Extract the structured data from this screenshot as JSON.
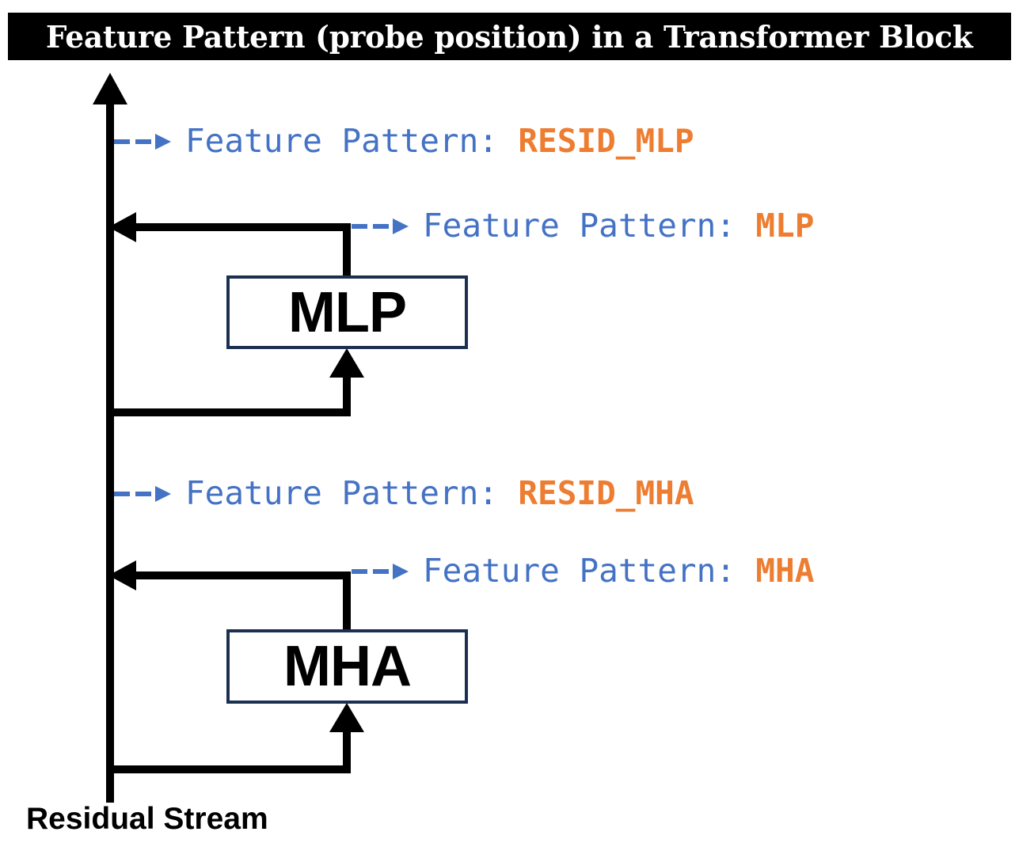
{
  "title": {
    "text": "Feature Pattern (probe position) in a Transformer Block",
    "background": "#000000",
    "color": "#ffffff"
  },
  "colors": {
    "annotation_label": "#4472c4",
    "annotation_value": "#ed7d31",
    "box_border": "#1b3050",
    "stream": "#000000",
    "background": "#ffffff"
  },
  "diagram": {
    "stream_label": "Residual Stream",
    "boxes": [
      {
        "id": "mlp",
        "label": "MLP"
      },
      {
        "id": "mha",
        "label": "MHA"
      }
    ],
    "annotations": [
      {
        "id": "resid-mlp",
        "prefix": "Feature Pattern:",
        "value": "RESID_MLP",
        "arrow": "dashed-arrow-right-icon"
      },
      {
        "id": "mlp",
        "prefix": "Feature Pattern:",
        "value": "MLP",
        "arrow": "dashed-arrow-right-icon"
      },
      {
        "id": "resid-mha",
        "prefix": "Feature Pattern:",
        "value": "RESID_MHA",
        "arrow": "dashed-arrow-right-icon"
      },
      {
        "id": "mha",
        "prefix": "Feature Pattern:",
        "value": "MHA",
        "arrow": "dashed-arrow-right-icon"
      }
    ]
  }
}
